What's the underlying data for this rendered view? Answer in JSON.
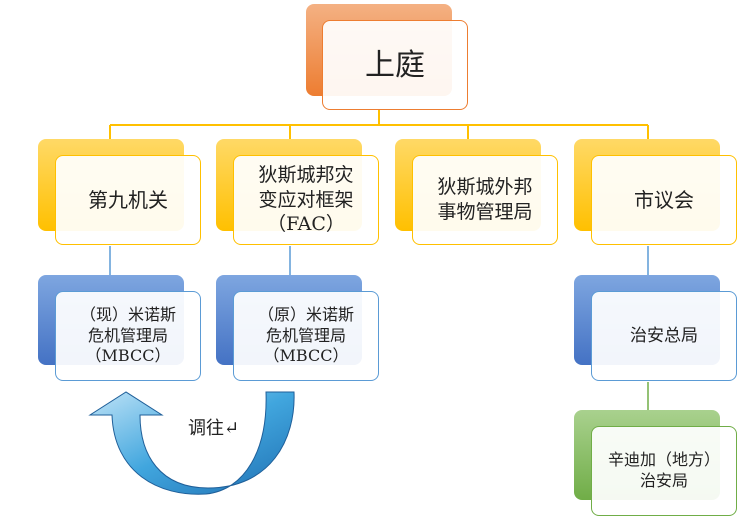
{
  "diagram": {
    "root": {
      "label": "上庭"
    },
    "level1": [
      {
        "id": "ninth",
        "label": "第九机关"
      },
      {
        "id": "fac",
        "label": "狄斯城邦灾\n变应对框架\n（FAC）"
      },
      {
        "id": "foreign",
        "label": "狄斯城外邦\n事物管理局"
      },
      {
        "id": "council",
        "label": "市议会"
      }
    ],
    "level2": [
      {
        "id": "mbcc-now",
        "parent": "ninth",
        "label": "（现）米诺斯\n危机管理局\n（MBCC）"
      },
      {
        "id": "mbcc-old",
        "parent": "fac",
        "label": "（原）米诺斯\n危机管理局\n（MBCC）"
      },
      {
        "id": "security",
        "parent": "council",
        "label": "治安总局"
      }
    ],
    "level3": [
      {
        "id": "local-security",
        "parent": "security",
        "label": "辛迪加（地方）\n治安局"
      }
    ],
    "transfer_label": "调往↵",
    "colors": {
      "orange": "#ed7d31",
      "orange_light": "#f4b183",
      "gold": "#ffc000",
      "gold_light": "#ffd966",
      "blue": "#4472c4",
      "blue_light": "#7ea6e0",
      "green": "#70ad47",
      "green_light": "#a9d18e",
      "connector_gold": "#ffc000",
      "connector_blue": "#5b9bd5",
      "connector_green": "#70ad47",
      "arrow_blue": "#2e75b6"
    }
  }
}
